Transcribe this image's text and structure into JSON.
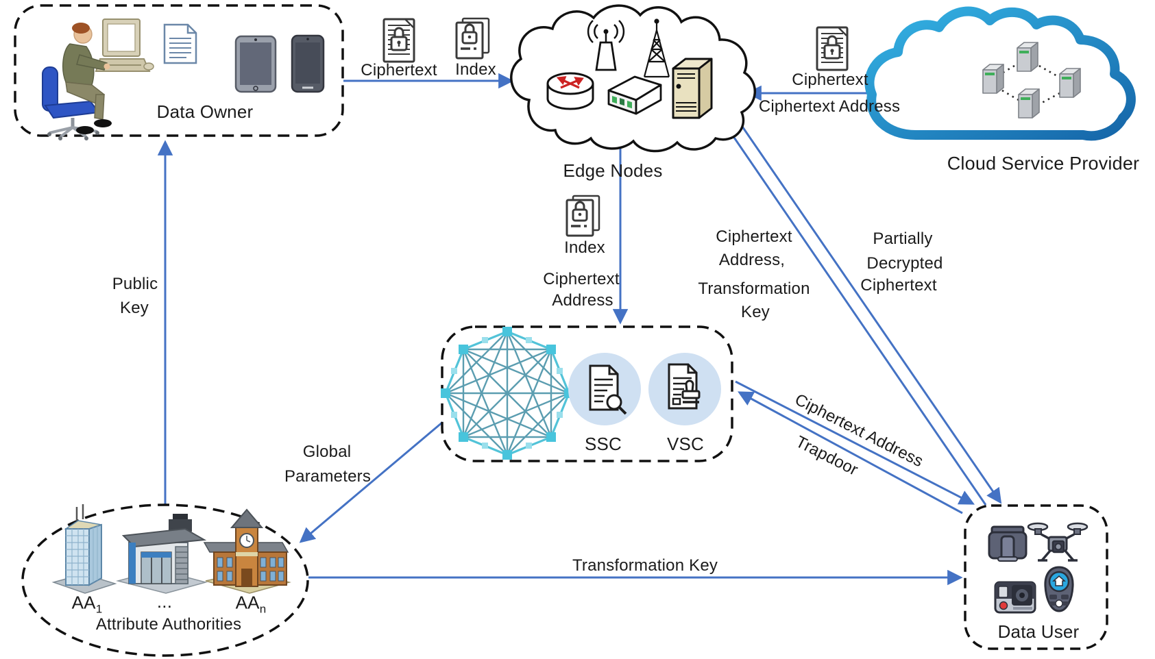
{
  "nodes": {
    "data_owner": {
      "label": "Data Owner"
    },
    "edge_nodes": {
      "label": "Edge Nodes"
    },
    "cloud_service_provider": {
      "label": "Cloud Service Provider"
    },
    "blockchain_consortium": {
      "ssc": "SSC",
      "vsc": "VSC"
    },
    "attribute_authorities": {
      "label": "Attribute Authorities",
      "aa_first_base": "AA",
      "aa_first_sub": "1",
      "ellipsis": "...",
      "aa_last_base": "AA",
      "aa_last_sub": "n"
    },
    "data_user": {
      "label": "Data User"
    }
  },
  "flows": {
    "owner_to_edge": {
      "ciphertext": "Ciphertext",
      "index": "Index"
    },
    "edge_to_cloud": {
      "line1": "Ciphertext",
      "line2": "Ciphertext Address"
    },
    "edge_to_blockchain": {
      "index": "Index",
      "ciphertext": "Ciphertext",
      "address": "Address"
    },
    "user_to_edge": {
      "line1": "Ciphertext",
      "line2": "Address,",
      "line3": "Transformation",
      "line4": "Key"
    },
    "edge_to_user": {
      "line1": "Partially",
      "line2": "Decrypted",
      "line3": "Ciphertext"
    },
    "aa_to_owner": {
      "line1": "Public",
      "line2": "Key"
    },
    "blockchain_to_aa": {
      "line1": "Global",
      "line2": "Parameters"
    },
    "blockchain_to_user": {
      "ciphertext_address": "Ciphertext Address",
      "trapdoor": "Trapdoor"
    },
    "aa_to_user": {
      "label": "Transformation Key"
    }
  },
  "colors": {
    "arrow_blue": "#4472c4",
    "text": "#1b1b1b",
    "csp_cloud_top": "#35b4e5",
    "csp_cloud_bottom": "#1565a8",
    "blockchain_node_teal": "#48c4dc",
    "contract_chip_bg": "#cfe0f2",
    "router_arrow_red": "#cc2222"
  }
}
